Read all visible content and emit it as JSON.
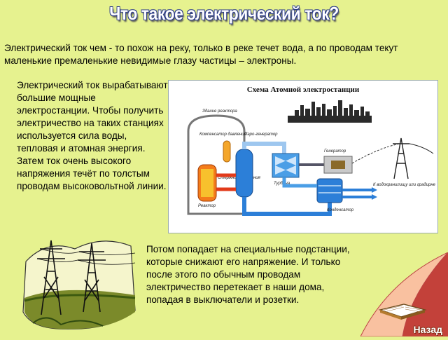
{
  "slide": {
    "title": "Что такое электрический ток?",
    "intro": "Электрический ток чем - то похож на реку, только в реке течет вода, а по проводам текут маленькие премаленькие невидимые глазу частицы – электроны.",
    "paragraph2": "Электрический ток вырабатывают большие мощные электростанции. Чтобы получить электричество на таких станциях используется сила воды, тепловая и атомная энергия. Затем ток очень высокого напряжения течёт по толстым проводам высоковольтной линии.",
    "paragraph3": "Потом попадает на специальные подстанции, которые снижают его напряжение. И только после этого по обычным проводам электричество перетекает в наши дома, попадая в выключатели и розетки."
  },
  "diagram": {
    "title": "Схема Атомной электростанции",
    "labels": {
      "reactor_building": "Здание реактора",
      "pressurizer": "Компенсатор давления",
      "steam_generator": "Паро-генератор",
      "generator": "Генератор",
      "turbine": "Турбина",
      "reactor": "Реактор",
      "control_rods": "Стержни управления",
      "condenser": "Конденсатор",
      "cooling_water": "К водохранилищу или градирне"
    }
  },
  "nav": {
    "back_label": "Назад"
  }
}
